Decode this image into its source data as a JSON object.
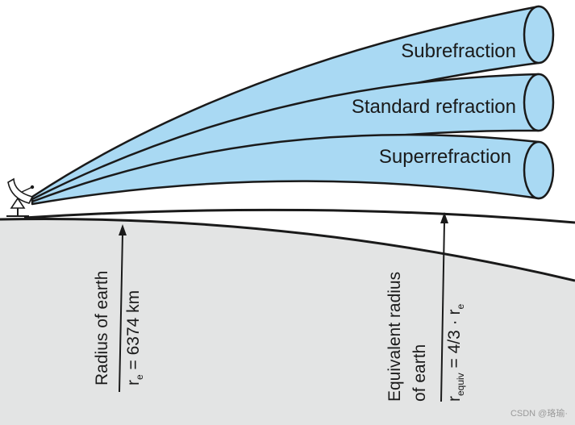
{
  "colors": {
    "beam_fill": "#a9d9f3",
    "outline": "#1a1a1a",
    "earth_fill": "#e3e4e4",
    "background": "#ffffff"
  },
  "icons": {
    "antenna": "satellite-dish-icon"
  },
  "beams": [
    {
      "label": "Subrefraction"
    },
    {
      "label": "Standard refraction"
    },
    {
      "label": "Superrefraction"
    }
  ],
  "radius_of_earth": {
    "title": "Radius of earth",
    "symbol": "r",
    "subscript": "e",
    "value": " = 6374 km"
  },
  "equivalent_radius": {
    "title_line1": "Equivalent radius",
    "title_line2": "of earth",
    "symbol": "r",
    "subscript": "equiv",
    "value": " = 4/3 · r",
    "value_subscript": "e"
  },
  "credit": "CSDN @珞瑜·"
}
